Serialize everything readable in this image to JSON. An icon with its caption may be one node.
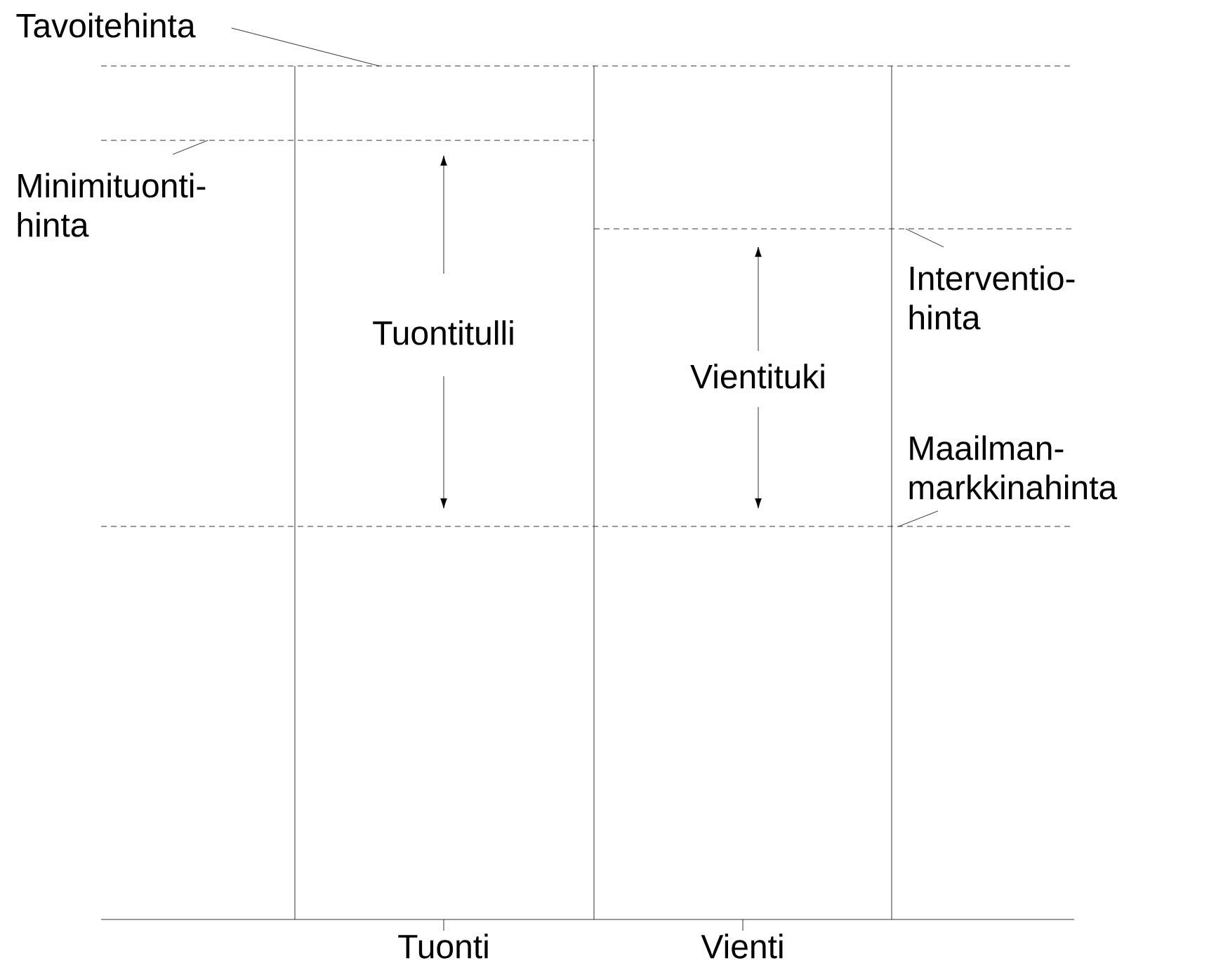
{
  "diagram": {
    "nodes": [
      {
        "text": [
          "Tavoitehinta"
        ]
      },
      {
        "text": [
          "Minimituonti- hinta"
        ]
      },
      {
        "text": [
          "Interventio- hinta"
        ]
      },
      {
        "text": [
          "Maailman- markkinahinta"
        ]
      }
    ],
    "edges": [
      {
        "from": 0,
        "to": null,
        "arrow": "none"
      },
      {
        "from": 1,
        "to": null,
        "arrow": "none"
      },
      {
        "from": 2,
        "to": null,
        "arrow": "none"
      },
      {
        "from": 3,
        "to": null,
        "arrow": "none"
      }
    ],
    "labels": [
      "Tuontitulli",
      "Vientituki",
      "Tuonti",
      "Vienti"
    ]
  }
}
